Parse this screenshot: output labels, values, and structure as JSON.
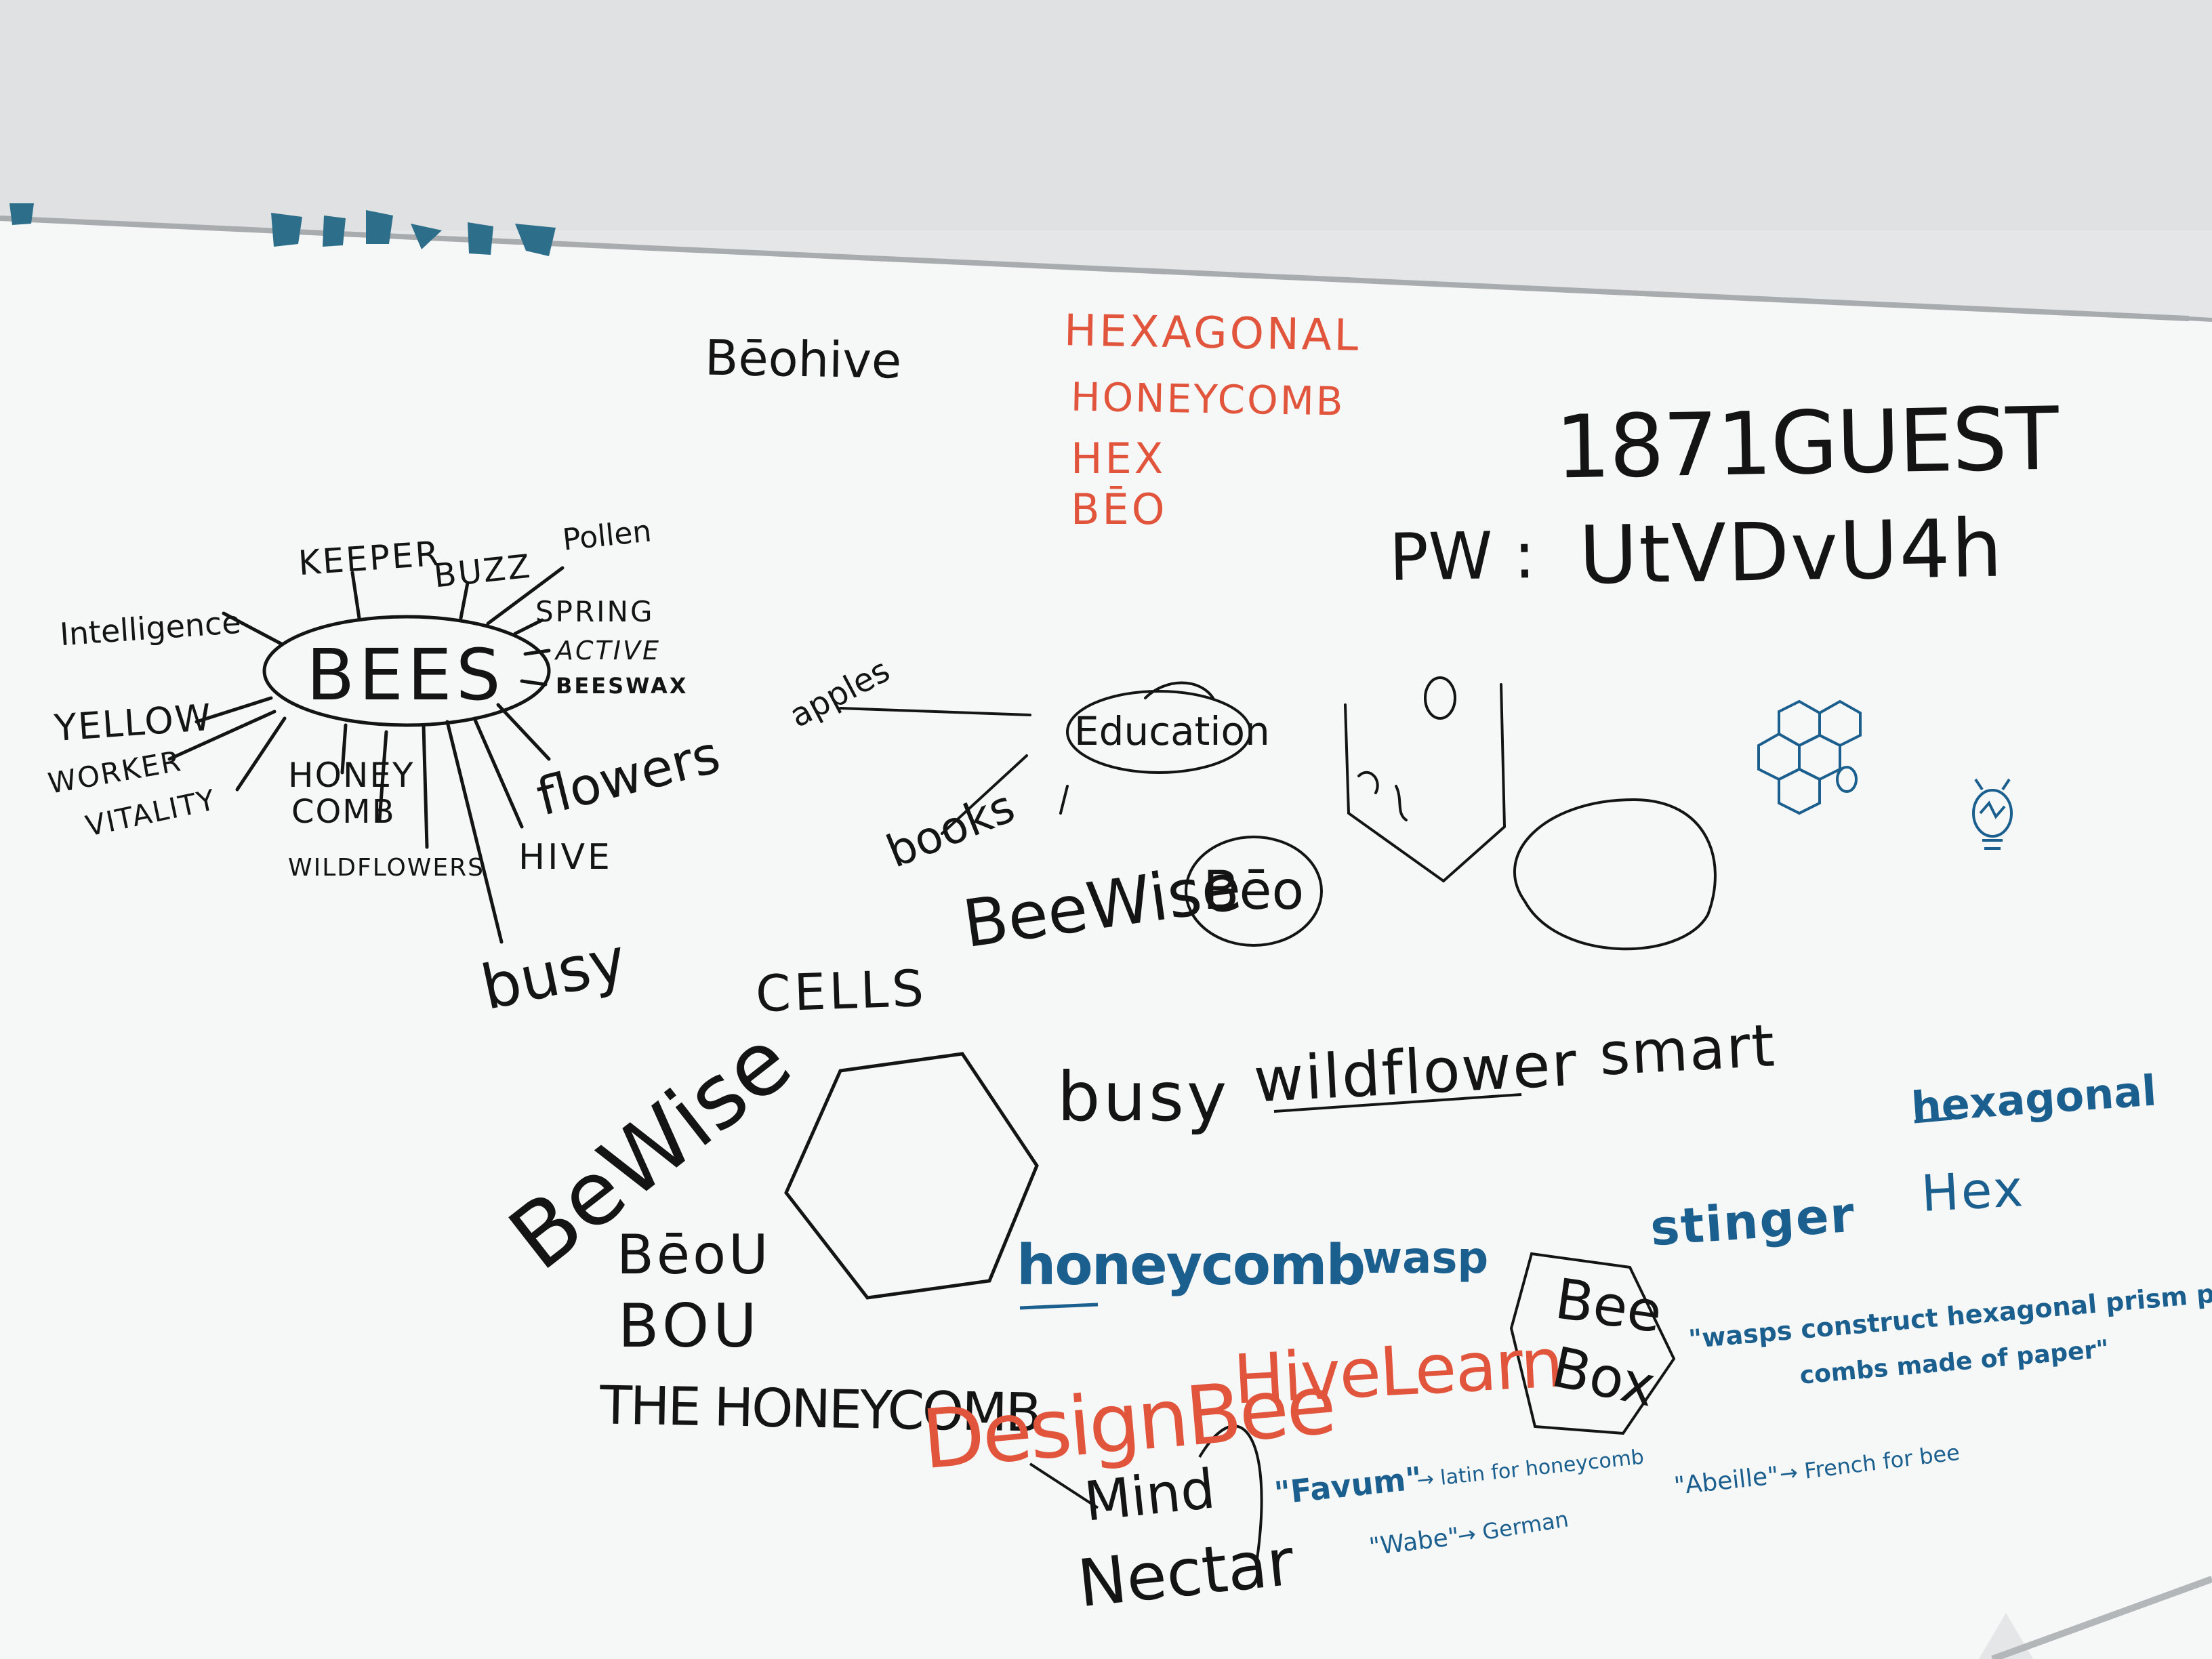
{
  "colors": {
    "wall": "#e6e8ea",
    "board": "#f6f7f7",
    "frame": "#b9bcbf",
    "black_marker": "#141414",
    "red_marker": "#e1553d",
    "blue_marker": "#1b5f8f",
    "tape": "#2d6f8a"
  },
  "top": {
    "beohive": "Bēohive",
    "red_list": [
      "HEXAGONAL",
      "HONEYCOMB",
      "HEX",
      "BĒO"
    ],
    "guest_network": "1871GUEST",
    "password_label": "PW :",
    "password_value": "UtVDvU4h"
  },
  "bees_map": {
    "center": "BEES",
    "keeper": "KEEPER",
    "buzz": "BUZZ",
    "pollen": "Pollen",
    "intelligence": "Intelligence",
    "spring": "SPRING",
    "active": "ACTIVE",
    "beeswax": "BEESWAX",
    "yellow": "YELLOW",
    "worker": "WORKER",
    "vitality": "VITALITY",
    "honeycomb_1": "HONEY",
    "honeycomb_2": "COMB",
    "flowers": "flowers",
    "wildflowers": "WILDFLOWERS",
    "hive": "HIVE",
    "busy": "busy"
  },
  "education_map": {
    "center": "Education",
    "apples": "apples",
    "books": "books"
  },
  "middle": {
    "beewise_1": "BeeWise",
    "beo_circled": "Bēo",
    "cells": "CELLS",
    "beewise_2": "BeWise",
    "busy": "busy",
    "wildflower": "wildflower",
    "smart": "smart",
    "beou": "BēoU",
    "bou": "BOU",
    "the_honeycomb": "THE HONEYCOMB"
  },
  "colored_names": {
    "honeycomb_blue": "honeycomb",
    "wasp": "wasp",
    "stinger": "stinger",
    "hexagonal": "hexagonal",
    "hex": "Hex",
    "design_bee": "DesignBee",
    "hive_learn": "HiveLearn",
    "bee_box_1": "Bee",
    "bee_box_2": "Box",
    "mind": "Mind",
    "nectar": "Nectar"
  },
  "notes": {
    "wasps_line1": "\"wasps construct hexagonal prism packed",
    "wasps_line2": "combs made of paper\"",
    "favum": "\"Favum\"",
    "favum_meaning": "→ latin for honeycomb",
    "wabe": "\"Wabe\"",
    "wabe_meaning": "→ German",
    "abeille": "\"Abeille\"",
    "abeille_meaning": "→ French for bee"
  }
}
